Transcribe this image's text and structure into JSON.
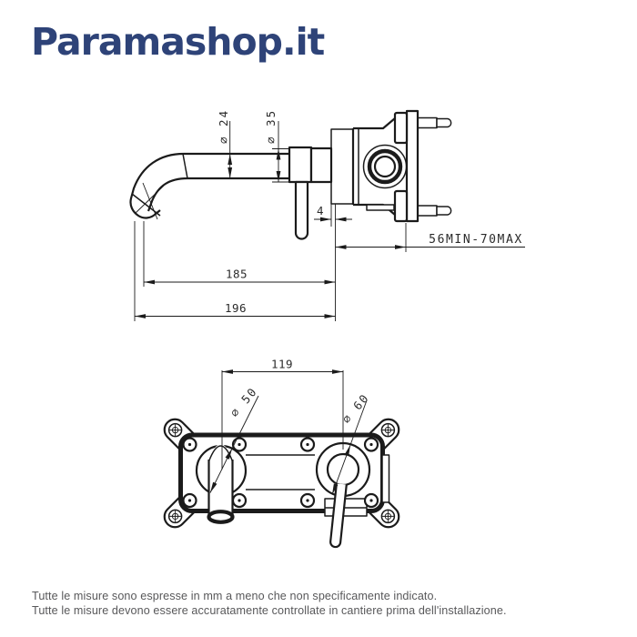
{
  "brand": {
    "logo_text": "Paramashop.it",
    "color": "#2e4378"
  },
  "drawing": {
    "ink_color": "#1b1b1b",
    "side_view": {
      "labels": {
        "spout_diameter": "∅ 24",
        "escutcheon_diameter": "∅ 35",
        "wall_gap": "4",
        "installation_depth": "56MIN-70MAX",
        "spout_reach": "185",
        "total_projection": "196"
      }
    },
    "front_view": {
      "labels": {
        "centre_distance": "119",
        "spout_hole_diameter": "∅ 50",
        "valve_hole_diameter": "∅ 60"
      }
    }
  },
  "footer": {
    "text_color": "#58585a",
    "line1": "Tutte le misure sono espresse in mm a meno che non specificamente indicato.",
    "line2": "Tutte le misure devono essere accuratamente controllate in cantiere prima dell'installazione."
  }
}
